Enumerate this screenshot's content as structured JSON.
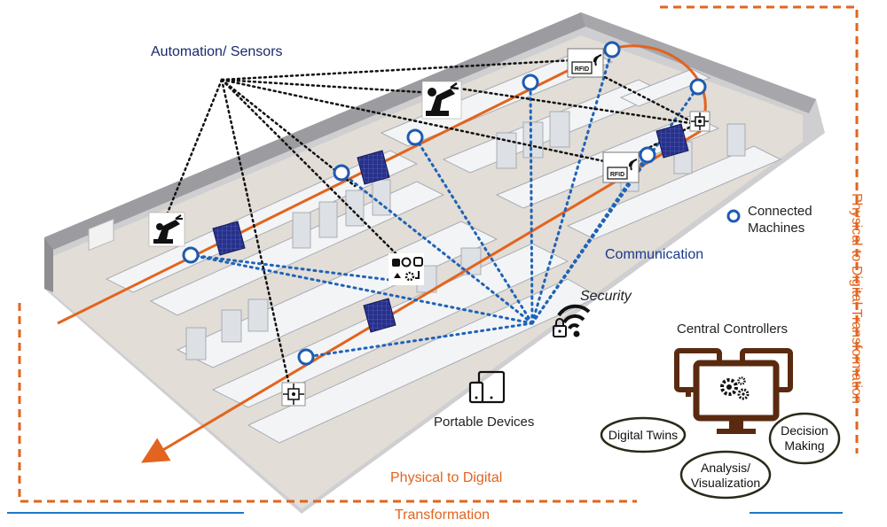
{
  "labels": {
    "automation_sensors": "Automation/ Sensors",
    "connected_machines_line1": "Connected",
    "connected_machines_line2": "Machines",
    "communication": "Communication",
    "security": "Security",
    "central_controllers": "Central Controllers",
    "portable_devices": "Portable Devices",
    "digital_twins": "Digital Twins",
    "decision_making_line1": "Decision",
    "decision_making_line2": "Making",
    "analysis_line1": "Analysis/",
    "analysis_line2": "Visualization",
    "bottom_line1": "Physical to Digital",
    "bottom_line2": "Transformation",
    "right_line1": "Physical to Digital",
    "right_line2": "Transformation",
    "rfid": "RFID"
  },
  "colors": {
    "orange": "#e2641e",
    "node_blue": "#1e5bb0",
    "dotted_blue": "#1e63b8",
    "dotted_black": "#111111",
    "navy_text": "#1a2a6c",
    "monitor_brown": "#5a2a10",
    "solar_blue": "#27308a"
  },
  "icons": [
    "robot-arm-icon",
    "rfid-reader-icon",
    "solar-panel-icon",
    "sensor-module-icon",
    "wifi-lock-icon",
    "portable-device-icon",
    "gear-icon",
    "monitor-icon"
  ]
}
